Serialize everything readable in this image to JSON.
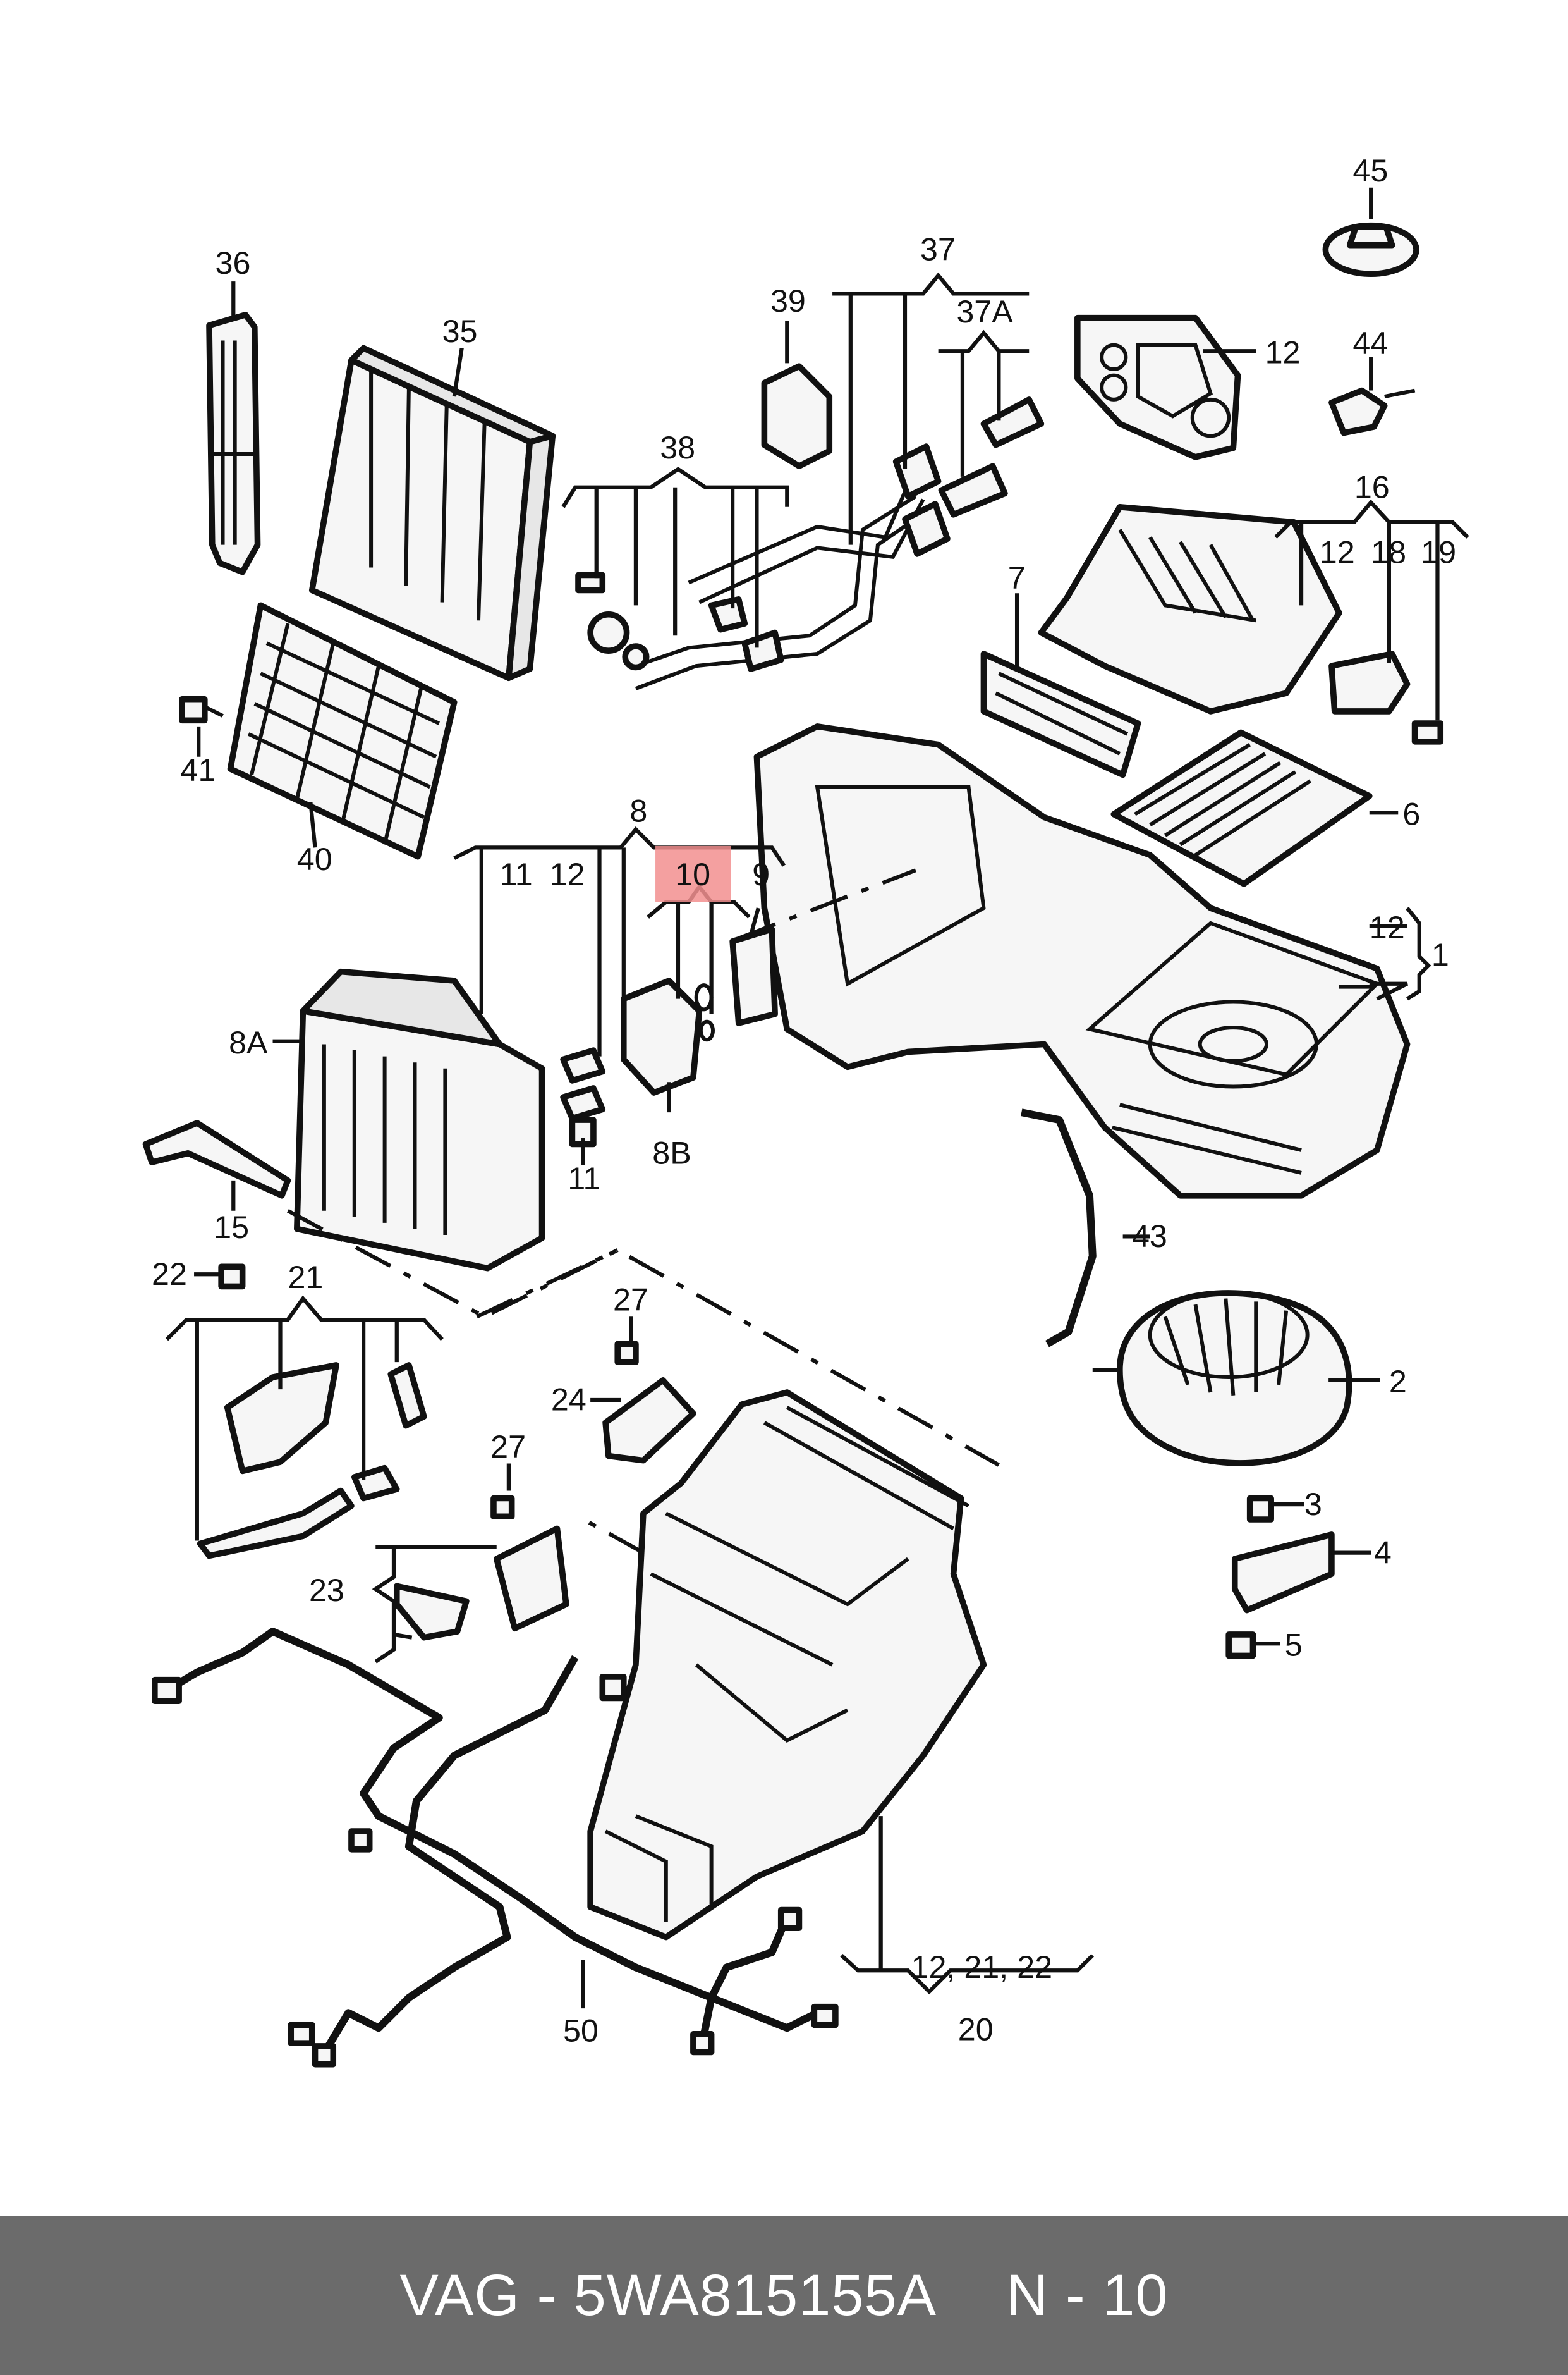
{
  "labels": {
    "p1": "1",
    "p2": "2",
    "p3": "3",
    "p4": "4",
    "p5": "5",
    "p6": "6",
    "p7": "7",
    "p8": "8",
    "p8a": "8A",
    "p8b": "8B",
    "p9": "9",
    "p10": "10",
    "p11a": "11",
    "p11b": "11",
    "p12a": "12",
    "p12b": "12",
    "p12c": "12",
    "p12d": "12",
    "p15": "15",
    "p16": "16",
    "p18": "18",
    "p19": "19",
    "p20": "20",
    "p20sub": "12, 21, 22",
    "p21": "21",
    "p22": "22",
    "p23": "23",
    "p24": "24",
    "p27a": "27",
    "p27b": "27",
    "p35": "35",
    "p36": "36",
    "p37": "37",
    "p37a": "37A",
    "p38": "38",
    "p39": "39",
    "p40": "40",
    "p41": "41",
    "p43": "43",
    "p44": "44",
    "p45": "45",
    "p50": "50"
  },
  "highlight": {
    "label": "p10",
    "color": "#f28f8f"
  },
  "footer": {
    "brand_part": "VAG - 5WA815155A",
    "page": "N - 10"
  },
  "colors": {
    "footer_bg": "#6b6b6b",
    "footer_text": "#ffffff",
    "line": "#111111"
  }
}
